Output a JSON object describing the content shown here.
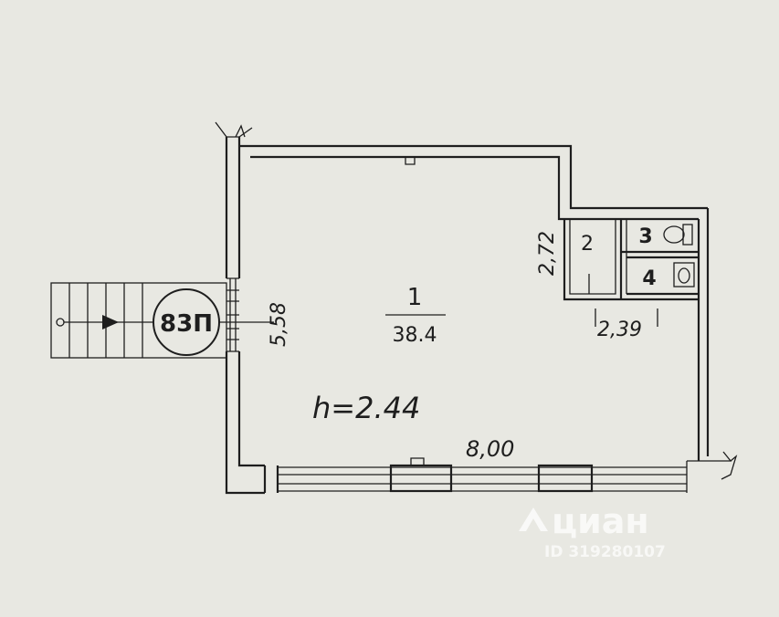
{
  "room_main": {
    "number": "1",
    "area": "38.4"
  },
  "height_label": "h=2.44",
  "dim_width": "8,00",
  "dim_depth": "5,58",
  "dim_niche_depth": "2,72",
  "dim_niche_width": "2,39",
  "rooms_small": [
    "2",
    "3",
    "4"
  ],
  "stair_badge": "83П",
  "watermark": {
    "brand": "циан",
    "id": "ID 319280107"
  },
  "colors": {
    "paper": "#e8e8e2",
    "ink": "#1e1e1e",
    "watermark": "#ffffff"
  }
}
